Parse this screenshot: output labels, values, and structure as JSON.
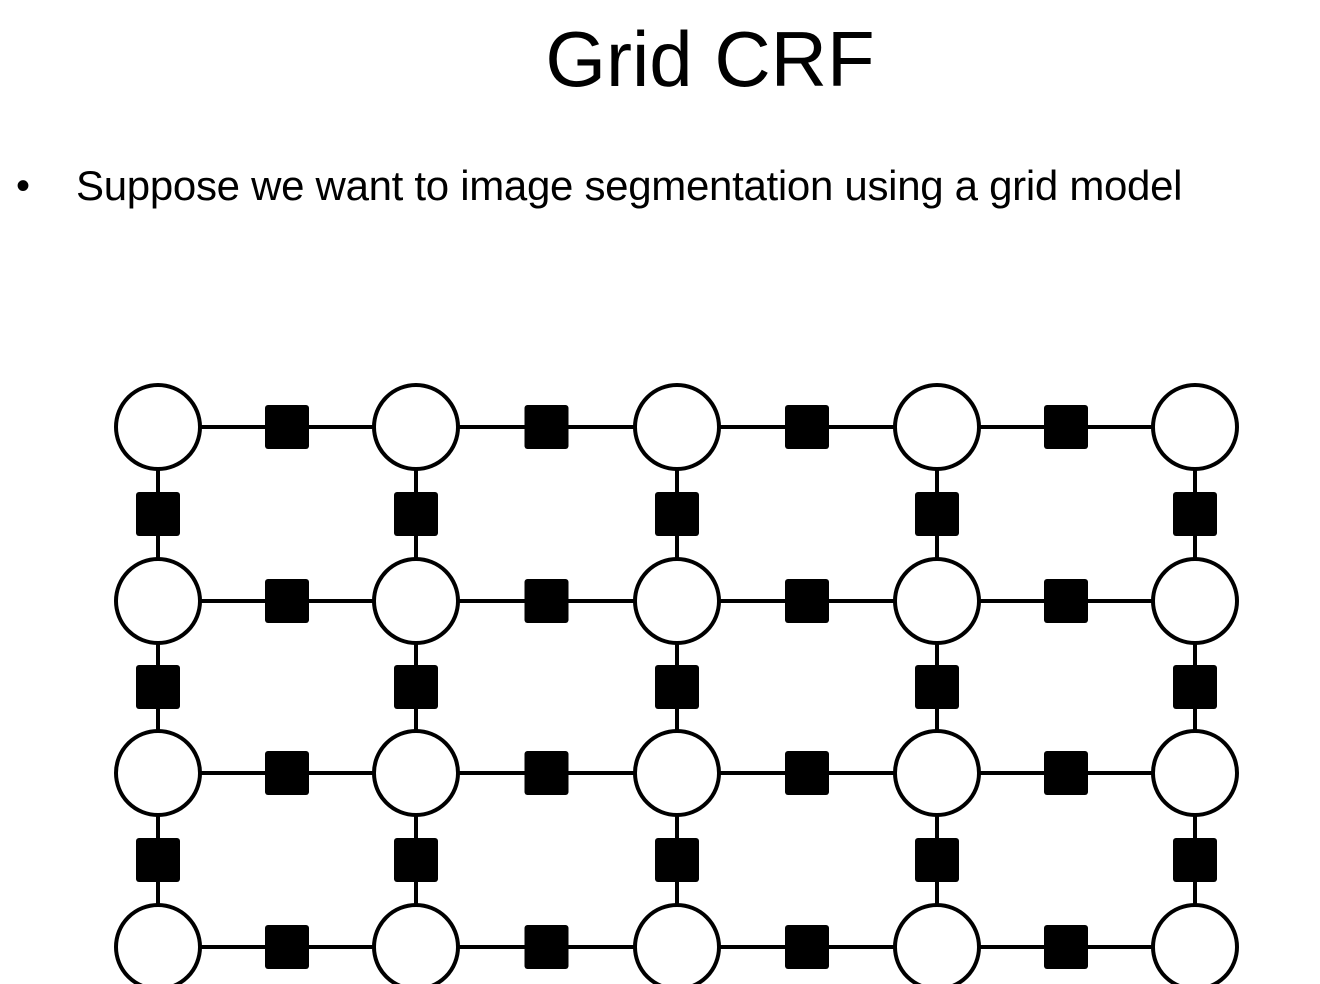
{
  "slide": {
    "title": "Grid CRF",
    "bullets": [
      {
        "marker": "•",
        "text": "Suppose we want to image segmentation using a grid model"
      }
    ]
  },
  "grid": {
    "rows": 4,
    "cols": 5,
    "variable_node_shape": "circle",
    "factor_node_shape": "square",
    "variable_fill": "#ffffff",
    "factor_fill": "#000000",
    "edge_color": "#000000"
  }
}
